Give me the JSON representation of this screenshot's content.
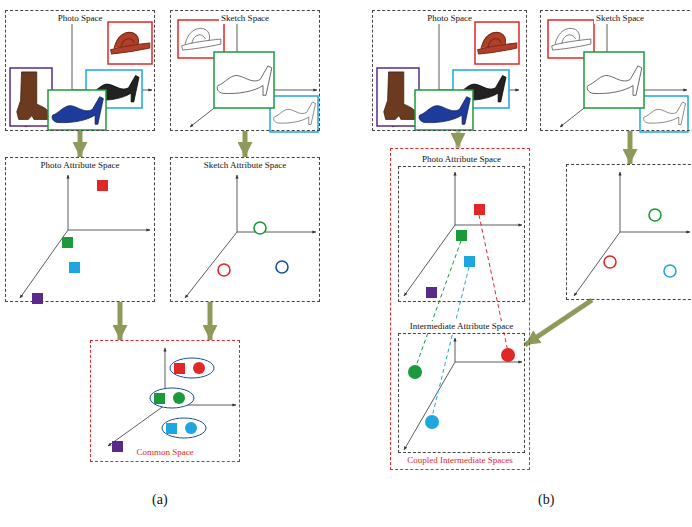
{
  "diagram": {
    "nodes": [
      {
        "text": [
          "Photo Space"
        ]
      },
      {
        "text": [
          "Sketch Space"
        ]
      },
      {
        "text": [
          "Photo Attribute Space"
        ]
      },
      {
        "text": [
          "Sketch Attribute Space"
        ]
      },
      {
        "text": [
          "Common Space"
        ]
      },
      {
        "text": [
          "Photo Space"
        ]
      },
      {
        "text": [
          "Sketch Space"
        ]
      },
      {
        "text": [
          "Coupled Intermediate Spaces"
        ]
      },
      {
        "text": [
          "Photo Attribute Space"
        ],
        "in": 7
      },
      {
        "text": []
      },
      {
        "text": [
          "Intermediate Attribute Space"
        ],
        "in": 7
      }
    ],
    "edges": [
      {
        "from": 0,
        "to": 2,
        "arrow": "to"
      },
      {
        "from": 1,
        "to": 3,
        "arrow": "to"
      },
      {
        "from": 2,
        "to": 4,
        "arrow": "to"
      },
      {
        "from": 3,
        "to": 4,
        "arrow": "to"
      },
      {
        "from": 5,
        "to": 7,
        "arrow": "to"
      },
      {
        "from": 6,
        "to": 9,
        "arrow": "to"
      },
      {
        "from": 9,
        "to": 10,
        "arrow": "to"
      }
    ],
    "labels": [
      "(a)",
      "(b)"
    ]
  }
}
